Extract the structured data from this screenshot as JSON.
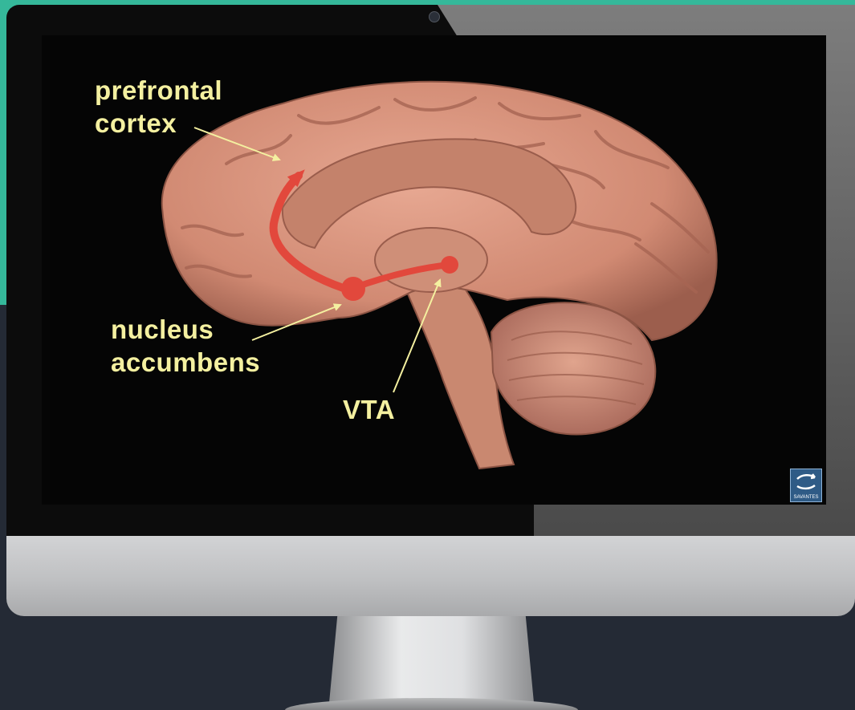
{
  "labels": {
    "prefrontal_line1": "prefrontal",
    "prefrontal_line2": "cortex",
    "nucleus_line1": "nucleus",
    "nucleus_line2": "accumbens",
    "vta": "VTA"
  },
  "logo": {
    "text": "SAVANTES"
  },
  "colors": {
    "background": "#242a35",
    "accent": "#35b89a",
    "label": "#f4f0a0",
    "pathway": "#e2483c",
    "brain": "#d9957e"
  },
  "icons": {
    "logo": "savantes-logo-icon"
  }
}
